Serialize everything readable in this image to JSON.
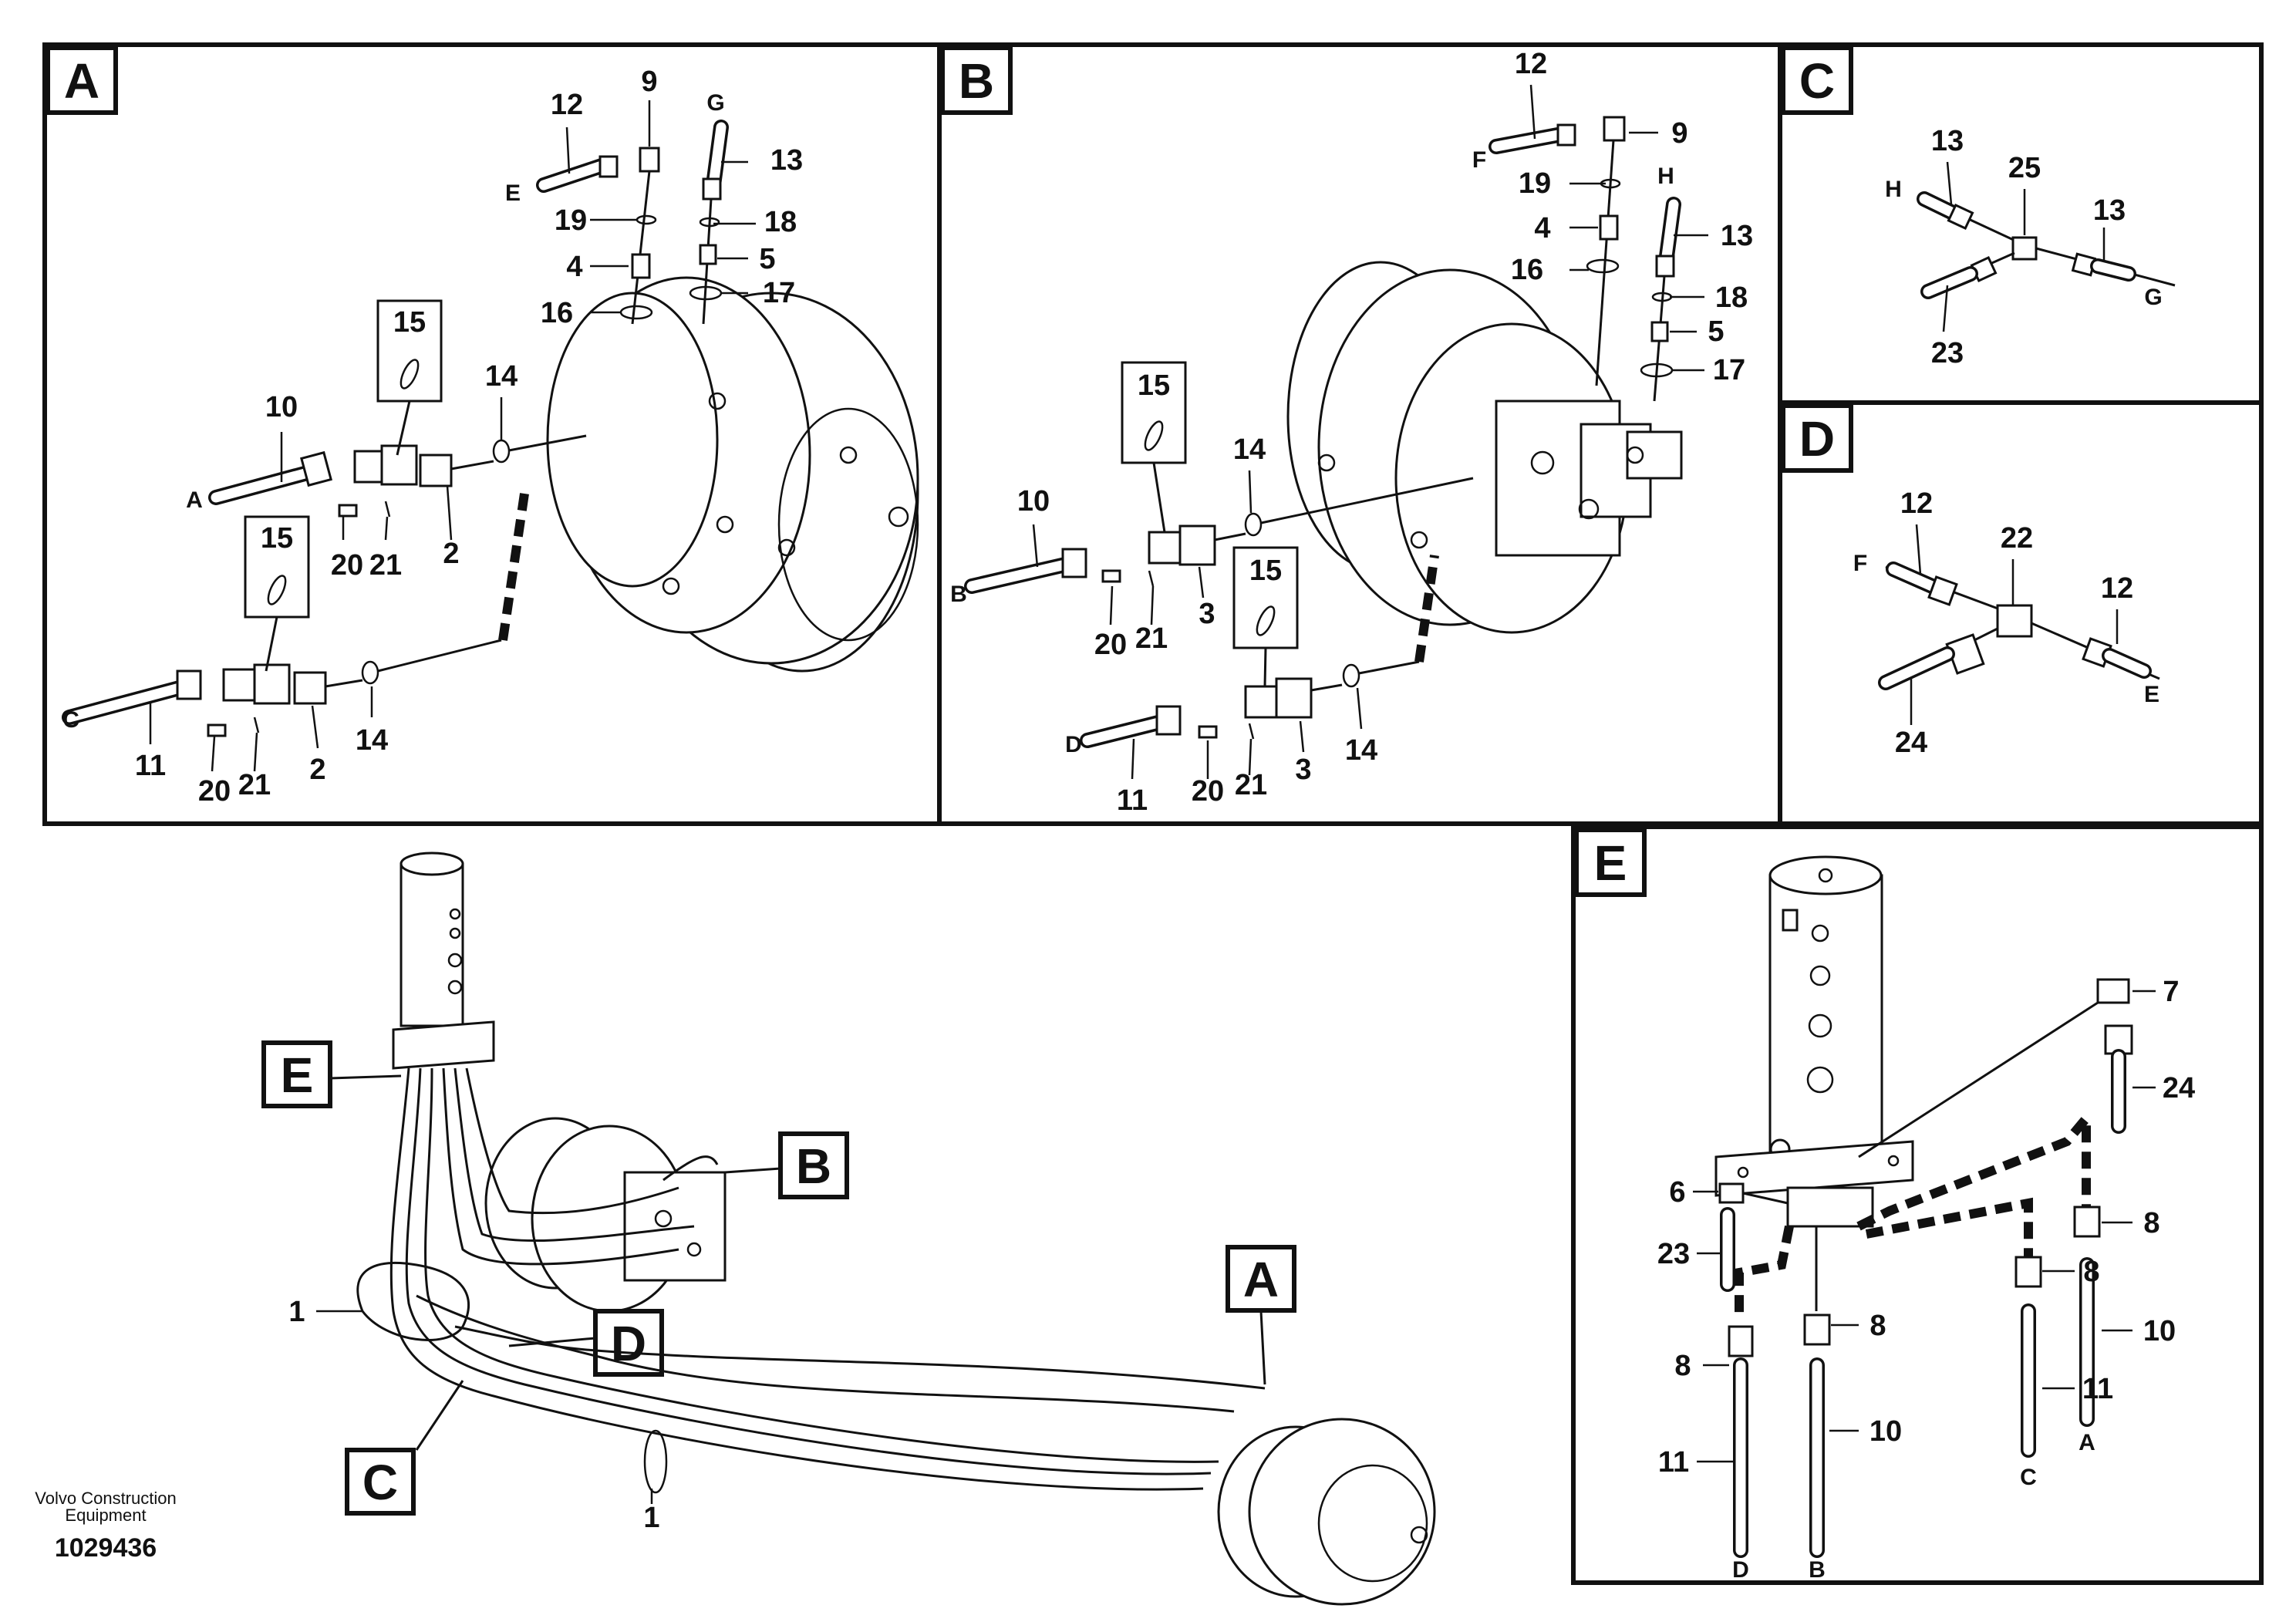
{
  "panels": {
    "A": {
      "tag": "A",
      "callouts": [
        "12",
        "9",
        "13",
        "19",
        "18",
        "4",
        "5",
        "16",
        "17",
        "15",
        "10",
        "14",
        "20",
        "21",
        "2",
        "15",
        "11",
        "20",
        "21",
        "2",
        "14"
      ],
      "letters": [
        "E",
        "G",
        "A",
        "C"
      ]
    },
    "B": {
      "tag": "B",
      "callouts": [
        "12",
        "9",
        "19",
        "13",
        "4",
        "16",
        "18",
        "5",
        "17",
        "15",
        "14",
        "10",
        "20",
        "21",
        "3",
        "15",
        "11",
        "20",
        "21",
        "3",
        "14"
      ],
      "letters": [
        "F",
        "H",
        "B",
        "D"
      ]
    },
    "C": {
      "tag": "C",
      "callouts": [
        "13",
        "25",
        "13",
        "23"
      ],
      "letters": [
        "H",
        "G"
      ]
    },
    "D": {
      "tag": "D",
      "callouts": [
        "12",
        "22",
        "12",
        "24"
      ],
      "letters": [
        "F",
        "E"
      ]
    },
    "E": {
      "tag": "E",
      "callouts": [
        "7",
        "24",
        "6",
        "8",
        "23",
        "8",
        "8",
        "10",
        "8",
        "11",
        "11",
        "10"
      ],
      "letters": [
        "A",
        "C",
        "D",
        "B"
      ]
    }
  },
  "overview": {
    "box_labels": [
      "E",
      "B",
      "A",
      "D",
      "C"
    ],
    "callouts": [
      "1",
      "1"
    ]
  },
  "footer": {
    "maker_line1": "Volvo Construction",
    "maker_line2": "Equipment",
    "part_number": "1029436"
  },
  "colors": {
    "ink": "#111111",
    "paper": "#ffffff"
  }
}
